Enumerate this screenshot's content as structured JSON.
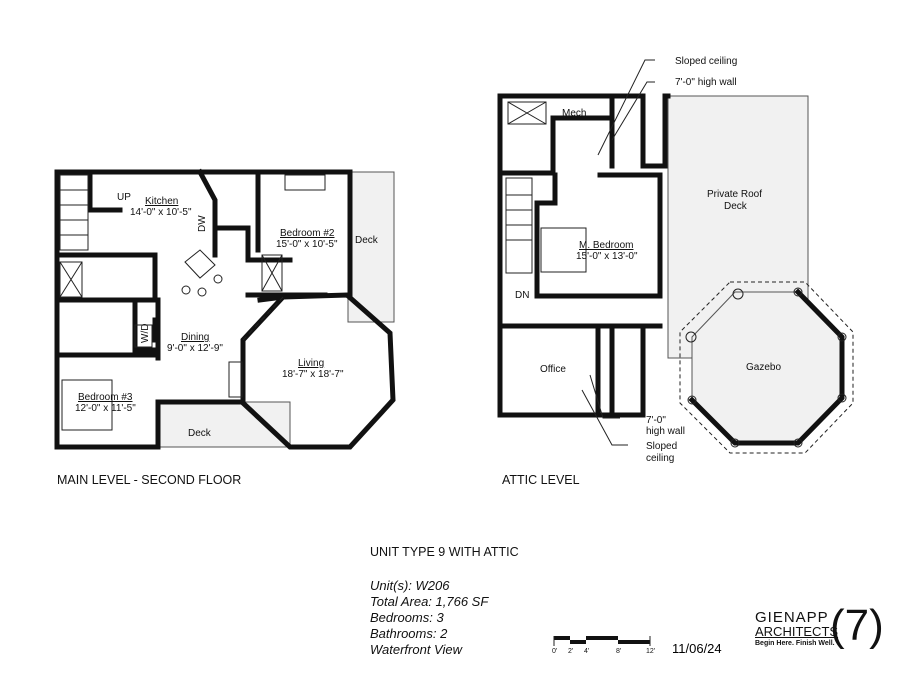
{
  "main_level": {
    "title": "MAIN LEVEL - SECOND FLOOR",
    "rooms": {
      "kitchen": {
        "name": "Kitchen",
        "size": "14'-0\" x 10'-5\""
      },
      "bedroom2": {
        "name": "Bedroom #2",
        "size": "15'-0\" x 10'-5\""
      },
      "dining": {
        "name": "Dining",
        "size": "9'-0\" x 12'-9\""
      },
      "living": {
        "name": "Living",
        "size": "18'-7\" x 18'-7\""
      },
      "bedroom3": {
        "name": "Bedroom #3",
        "size": "12'-0\" x 11'-5\""
      }
    },
    "labels": {
      "up": "UP",
      "dw": "DW",
      "wd": "W/D",
      "deck_right": "Deck",
      "deck_bottom": "Deck"
    }
  },
  "attic_level": {
    "title": "ATTIC LEVEL",
    "rooms": {
      "mech": "Mech",
      "master": {
        "name": "M. Bedroom",
        "size": "15'-0\" x 13'-0\""
      },
      "office": "Office",
      "roof_deck_1": "Private Roof",
      "roof_deck_2": "Deck",
      "gazebo": "Gazebo"
    },
    "labels": {
      "dn": "DN"
    },
    "notes": {
      "top_sloped": "Sloped ceiling",
      "top_wall": "7'-0\" high wall",
      "bottom_wall_1": "7'-0\"",
      "bottom_wall_2": "high wall",
      "bottom_sloped_1": "Sloped",
      "bottom_sloped_2": "ceiling"
    }
  },
  "info": {
    "heading": "UNIT TYPE 9 WITH ATTIC",
    "units": "Unit(s): W206",
    "area": "Total Area: 1,766 SF",
    "bedrooms": "Bedrooms: 3",
    "bathrooms": "Bathrooms: 2",
    "view": "Waterfront View"
  },
  "scale_bar": {
    "ticks": [
      "0'",
      "2'",
      "4'",
      "8'",
      "12'"
    ]
  },
  "date": "11/06/24",
  "logo": {
    "line1": "GIENAPP",
    "line2": "ARCHITECTS",
    "tagline": "Begin Here. Finish Well."
  }
}
